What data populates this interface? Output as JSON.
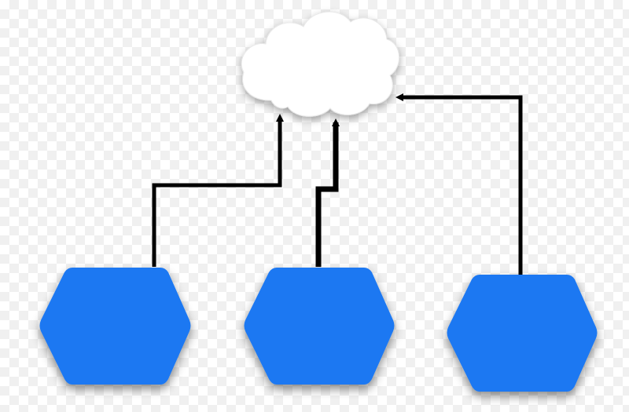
{
  "colors": {
    "hexagon_fill": "#1c78f2",
    "connector": "#000000",
    "cloud_fill": "#ffffff",
    "shadow": "#000000"
  },
  "nodes": [
    {
      "name": "hexagon-node-left",
      "shape": "hexagon"
    },
    {
      "name": "hexagon-node-center",
      "shape": "hexagon"
    },
    {
      "name": "hexagon-node-right",
      "shape": "hexagon"
    }
  ],
  "target": {
    "name": "cloud-node",
    "shape": "cloud"
  }
}
